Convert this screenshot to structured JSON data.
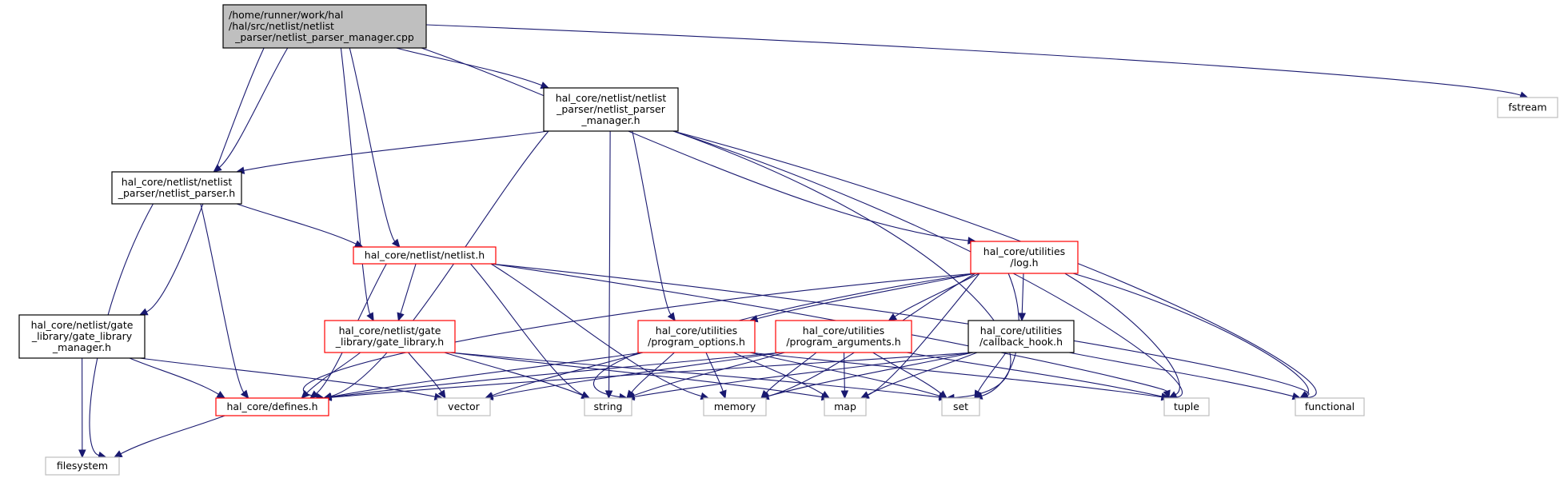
{
  "colors": {
    "edge": "#191970",
    "root_fill": "#bfbfbf",
    "doc_border": "#000000",
    "missing_border": "#ff0000",
    "system_border": "#bfbfbf"
  },
  "nodes": [
    {
      "id": "root",
      "kind": "root",
      "lines": [
        "/home/runner/work/hal",
        "/hal/src/netlist/netlist",
        "_parser/netlist_parser_manager.cpp"
      ]
    },
    {
      "id": "npm",
      "kind": "doc",
      "lines": [
        "hal_core/netlist/netlist",
        "_parser/netlist_parser",
        "_manager.h"
      ]
    },
    {
      "id": "fstream",
      "kind": "sys",
      "lines": [
        "fstream"
      ]
    },
    {
      "id": "np",
      "kind": "doc",
      "lines": [
        "hal_core/netlist/netlist",
        "_parser/netlist_parser.h"
      ]
    },
    {
      "id": "netlist",
      "kind": "red",
      "lines": [
        "hal_core/netlist/netlist.h"
      ]
    },
    {
      "id": "log",
      "kind": "red",
      "lines": [
        "hal_core/utilities",
        "/log.h"
      ]
    },
    {
      "id": "glm",
      "kind": "doc",
      "lines": [
        "hal_core/netlist/gate",
        "_library/gate_library",
        "_manager.h"
      ]
    },
    {
      "id": "gl",
      "kind": "red",
      "lines": [
        "hal_core/netlist/gate",
        "_library/gate_library.h"
      ]
    },
    {
      "id": "po",
      "kind": "red",
      "lines": [
        "hal_core/utilities",
        "/program_options.h"
      ]
    },
    {
      "id": "pa",
      "kind": "red",
      "lines": [
        "hal_core/utilities",
        "/program_arguments.h"
      ]
    },
    {
      "id": "cb",
      "kind": "doc",
      "lines": [
        "hal_core/utilities",
        "/callback_hook.h"
      ]
    },
    {
      "id": "defines",
      "kind": "red",
      "lines": [
        "hal_core/defines.h"
      ]
    },
    {
      "id": "vector",
      "kind": "sys",
      "lines": [
        "vector"
      ]
    },
    {
      "id": "string",
      "kind": "sys",
      "lines": [
        "string"
      ]
    },
    {
      "id": "memory",
      "kind": "sys",
      "lines": [
        "memory"
      ]
    },
    {
      "id": "map",
      "kind": "sys",
      "lines": [
        "map"
      ]
    },
    {
      "id": "set",
      "kind": "sys",
      "lines": [
        "set"
      ]
    },
    {
      "id": "tuple",
      "kind": "sys",
      "lines": [
        "tuple"
      ]
    },
    {
      "id": "functional",
      "kind": "sys",
      "lines": [
        "functional"
      ]
    },
    {
      "id": "filesystem",
      "kind": "sys",
      "lines": [
        "filesystem"
      ]
    }
  ],
  "edges": [
    [
      "root",
      "npm"
    ],
    [
      "root",
      "fstream"
    ],
    [
      "root",
      "np"
    ],
    [
      "root",
      "netlist"
    ],
    [
      "root",
      "log"
    ],
    [
      "root",
      "glm"
    ],
    [
      "root",
      "gl"
    ],
    [
      "npm",
      "np"
    ],
    [
      "npm",
      "defines"
    ],
    [
      "npm",
      "string"
    ],
    [
      "npm",
      "po"
    ],
    [
      "npm",
      "set"
    ],
    [
      "npm",
      "tuple"
    ],
    [
      "npm",
      "functional"
    ],
    [
      "np",
      "netlist"
    ],
    [
      "np",
      "defines"
    ],
    [
      "np",
      "filesystem"
    ],
    [
      "netlist",
      "defines"
    ],
    [
      "netlist",
      "gl"
    ],
    [
      "netlist",
      "string"
    ],
    [
      "netlist",
      "memory"
    ],
    [
      "netlist",
      "tuple"
    ],
    [
      "netlist",
      "functional"
    ],
    [
      "log",
      "defines"
    ],
    [
      "log",
      "string"
    ],
    [
      "log",
      "po"
    ],
    [
      "log",
      "pa"
    ],
    [
      "log",
      "cb"
    ],
    [
      "log",
      "memory"
    ],
    [
      "log",
      "map"
    ],
    [
      "log",
      "set"
    ],
    [
      "log",
      "tuple"
    ],
    [
      "log",
      "functional"
    ],
    [
      "glm",
      "defines"
    ],
    [
      "glm",
      "vector"
    ],
    [
      "glm",
      "filesystem"
    ],
    [
      "gl",
      "defines"
    ],
    [
      "gl",
      "vector"
    ],
    [
      "gl",
      "string"
    ],
    [
      "gl",
      "map"
    ],
    [
      "gl",
      "set"
    ],
    [
      "po",
      "defines"
    ],
    [
      "po",
      "vector"
    ],
    [
      "po",
      "string"
    ],
    [
      "po",
      "memory"
    ],
    [
      "po",
      "map"
    ],
    [
      "po",
      "set"
    ],
    [
      "po",
      "tuple"
    ],
    [
      "pa",
      "defines"
    ],
    [
      "pa",
      "vector"
    ],
    [
      "pa",
      "string"
    ],
    [
      "pa",
      "memory"
    ],
    [
      "pa",
      "map"
    ],
    [
      "pa",
      "set"
    ],
    [
      "pa",
      "tuple"
    ],
    [
      "cb",
      "defines"
    ],
    [
      "cb",
      "string"
    ],
    [
      "cb",
      "memory"
    ],
    [
      "cb",
      "map"
    ],
    [
      "cb",
      "set"
    ],
    [
      "cb",
      "functional"
    ],
    [
      "defines",
      "filesystem"
    ]
  ]
}
